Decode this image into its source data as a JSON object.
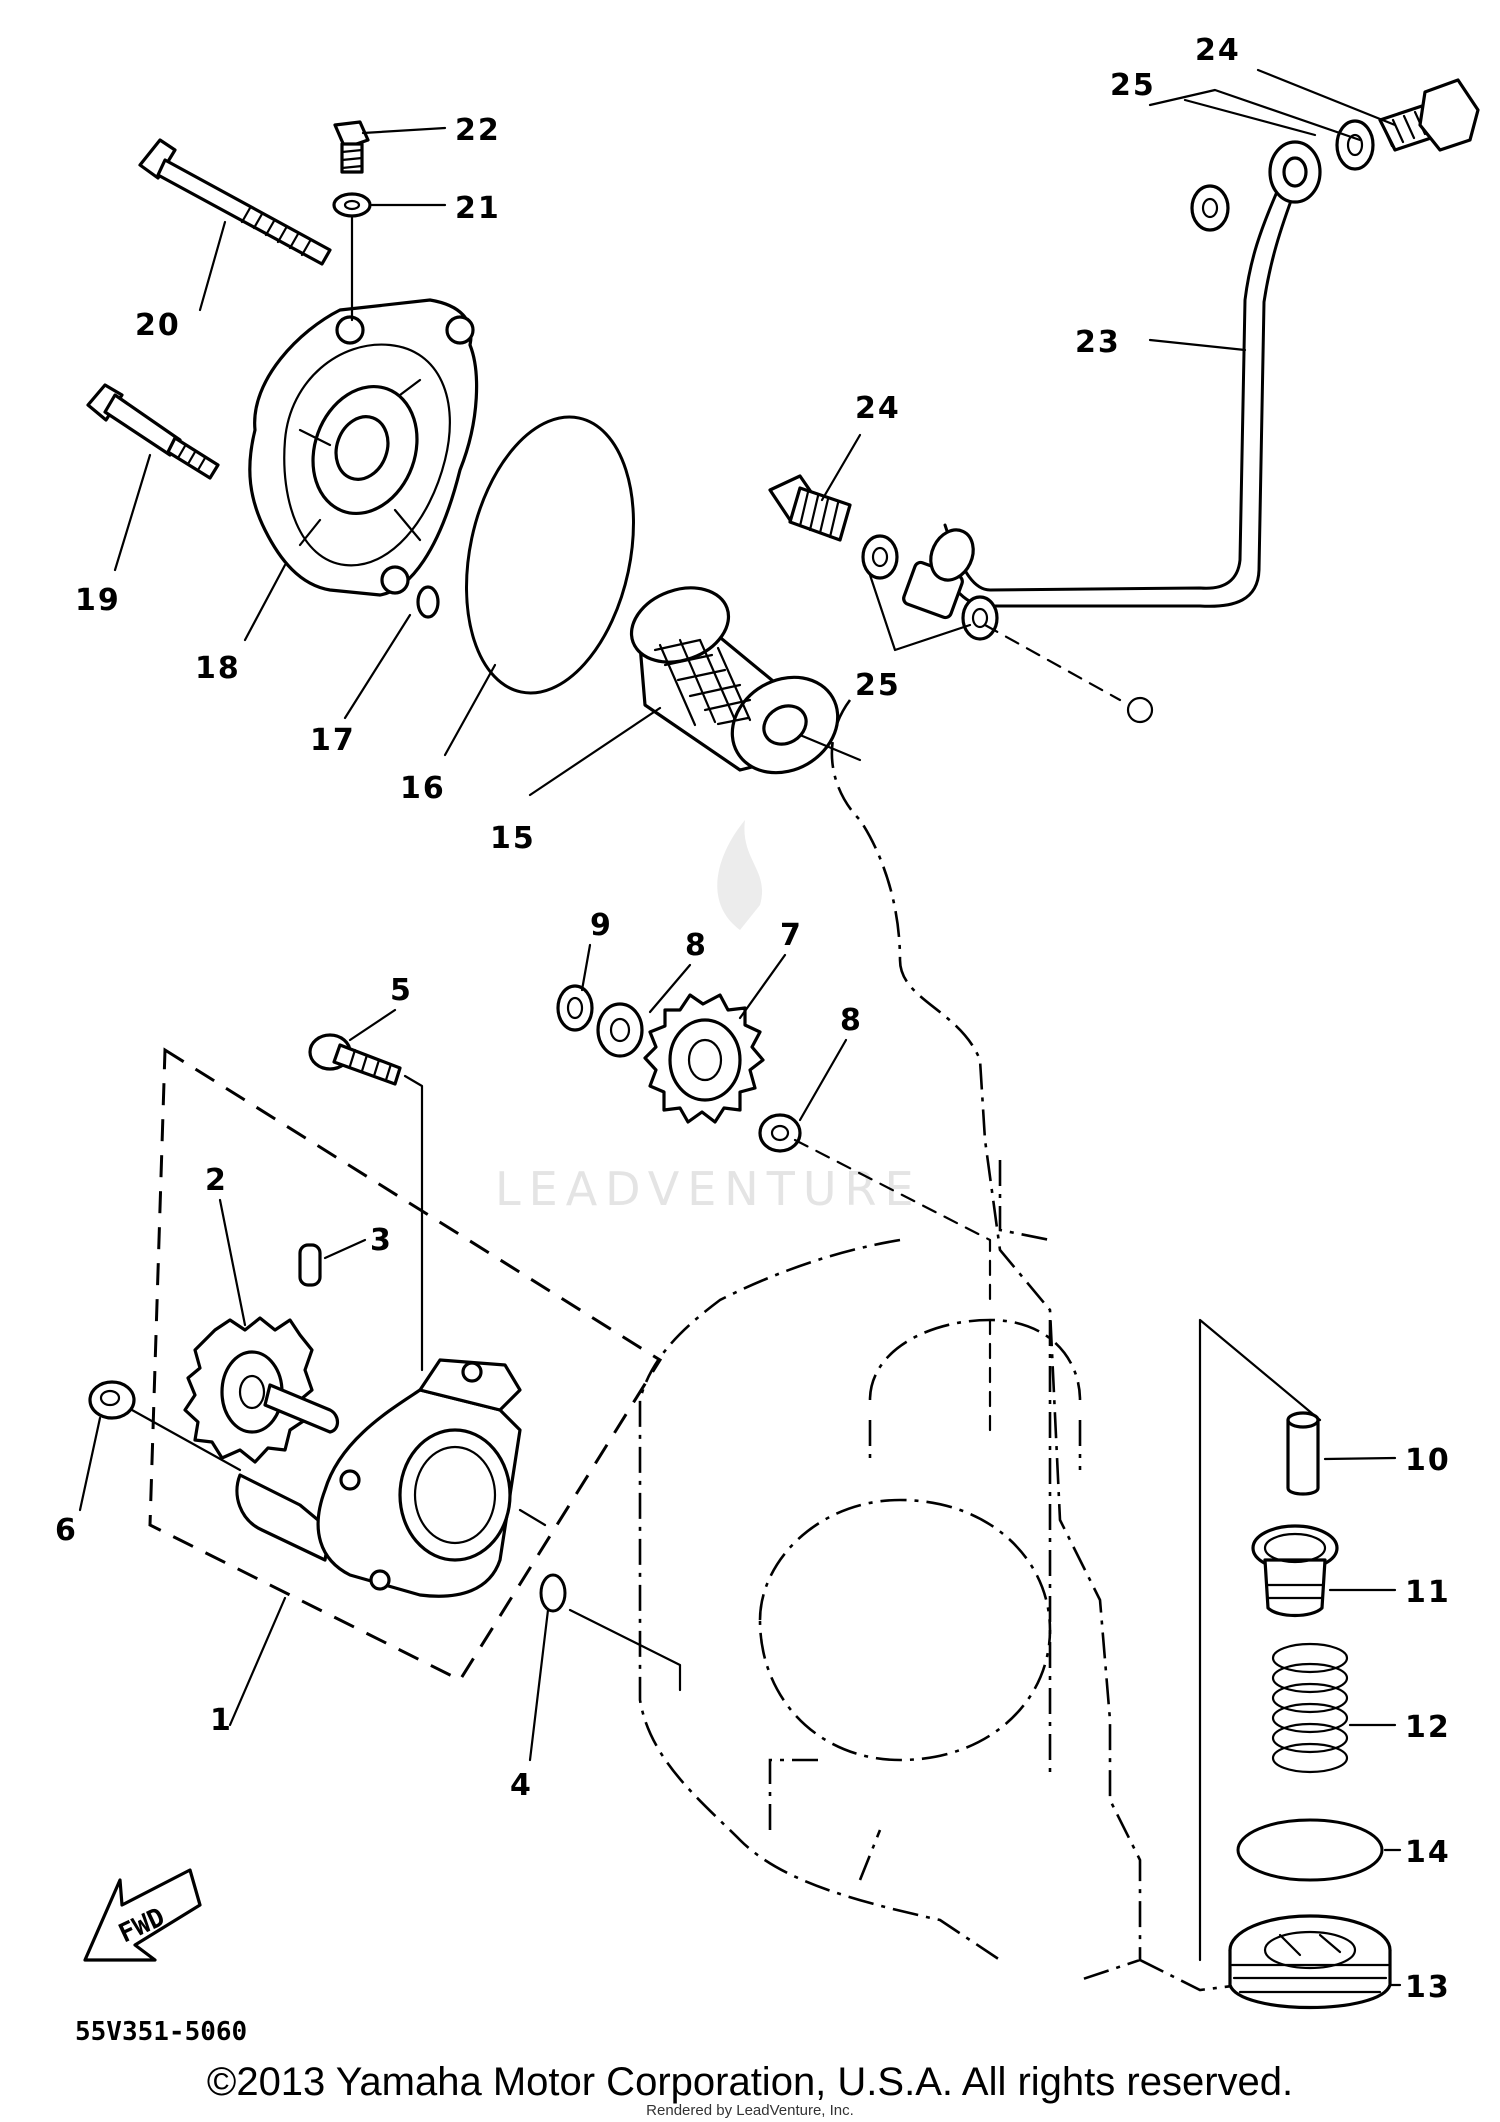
{
  "diagram": {
    "callouts": [
      "1",
      "2",
      "3",
      "4",
      "5",
      "6",
      "7",
      "8",
      "8",
      "9",
      "10",
      "11",
      "12",
      "13",
      "14",
      "15",
      "16",
      "17",
      "18",
      "19",
      "20",
      "21",
      "22",
      "23",
      "24",
      "24",
      "25",
      "25"
    ],
    "fwd_label": "FWD",
    "diagram_code": "55V351-5060",
    "watermark": "LEADVENTURE"
  },
  "footer": {
    "copyright": "©2013 Yamaha Motor Corporation, U.S.A. All rights reserved.",
    "rendered_by": "Rendered by LeadVenture, Inc."
  }
}
